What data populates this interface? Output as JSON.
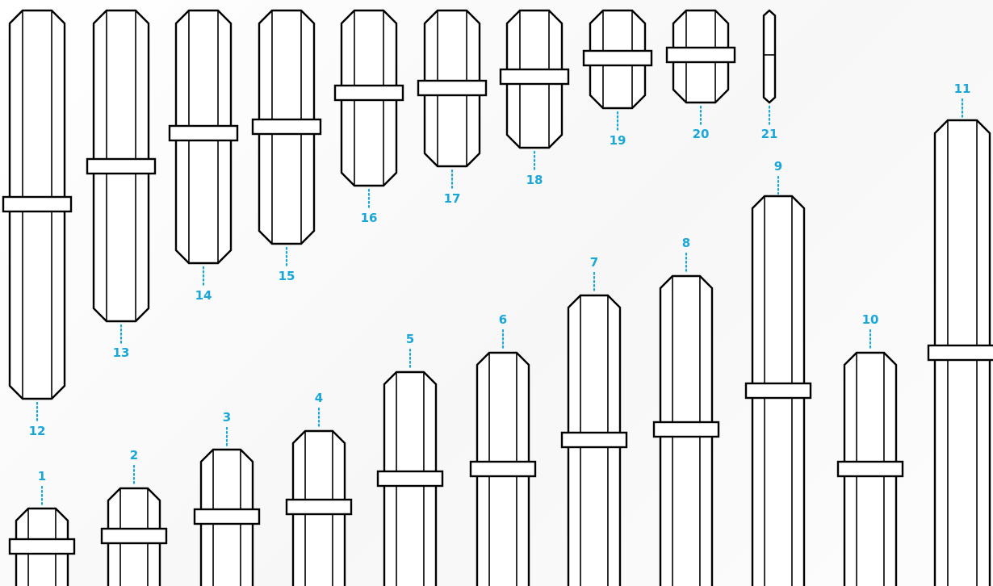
{
  "colors": {
    "accent": "#1aa7d8",
    "outline": "#000000",
    "fill": "#ffffff"
  },
  "rods": [
    {
      "id": "rod-1",
      "label": "1"
    },
    {
      "id": "rod-2",
      "label": "2"
    },
    {
      "id": "rod-3",
      "label": "3"
    },
    {
      "id": "rod-4",
      "label": "4"
    },
    {
      "id": "rod-5",
      "label": "5"
    },
    {
      "id": "rod-6",
      "label": "6"
    },
    {
      "id": "rod-7",
      "label": "7"
    },
    {
      "id": "rod-8",
      "label": "8"
    },
    {
      "id": "rod-9",
      "label": "9"
    },
    {
      "id": "rod-10",
      "label": "10"
    },
    {
      "id": "rod-11",
      "label": "11"
    },
    {
      "id": "rod-12",
      "label": "12"
    },
    {
      "id": "rod-13",
      "label": "13"
    },
    {
      "id": "rod-14",
      "label": "14"
    },
    {
      "id": "rod-15",
      "label": "15"
    },
    {
      "id": "rod-16",
      "label": "16"
    },
    {
      "id": "rod-17",
      "label": "17"
    },
    {
      "id": "rod-18",
      "label": "18"
    },
    {
      "id": "rod-19",
      "label": "19"
    },
    {
      "id": "rod-20",
      "label": "20"
    },
    {
      "id": "rod-21",
      "label": "21"
    }
  ]
}
